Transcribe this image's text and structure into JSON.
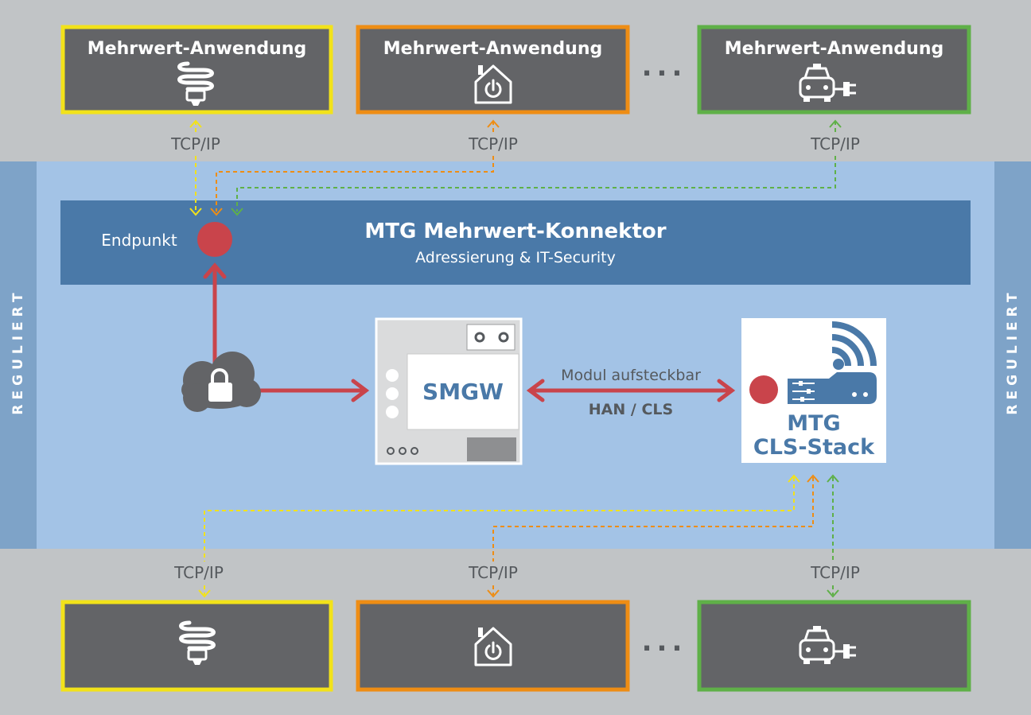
{
  "top_apps": [
    {
      "title": "Mehrwert-Anwendung",
      "icon": "energy-bulb-icon",
      "color": "#f2e21a"
    },
    {
      "title": "Mehrwert-Anwendung",
      "icon": "smart-home-icon",
      "color": "#ee8d14"
    },
    {
      "title": "Mehrwert-Anwendung",
      "icon": "electric-car-icon",
      "color": "#5fb048"
    }
  ],
  "bottom_devices": [
    {
      "icon": "energy-bulb-icon",
      "color": "#f2e21a"
    },
    {
      "icon": "smart-home-icon",
      "color": "#ee8d14"
    },
    {
      "icon": "electric-car-icon",
      "color": "#5fb048"
    }
  ],
  "ellipsis": "...",
  "protocol_label": "TCP/IP",
  "side_label": "REGULIERT",
  "connector": {
    "title": "MTG Mehrwert-Konnektor",
    "subtitle": "Adressierung & IT-Security",
    "endpoint_label": "Endpunkt"
  },
  "smgw": {
    "label": "SMGW"
  },
  "link": {
    "top_label": "Modul aufsteckbar",
    "bottom_label": "HAN / CLS"
  },
  "cls_stack": {
    "line1": "MTG",
    "line2": "CLS-Stack"
  },
  "colors": {
    "regulated_bg": "#a3c3e6",
    "side_bar": "#7ea3c8",
    "connector_bar": "#4a79a8",
    "box_fill": "#636467",
    "red": "#c9444b"
  }
}
